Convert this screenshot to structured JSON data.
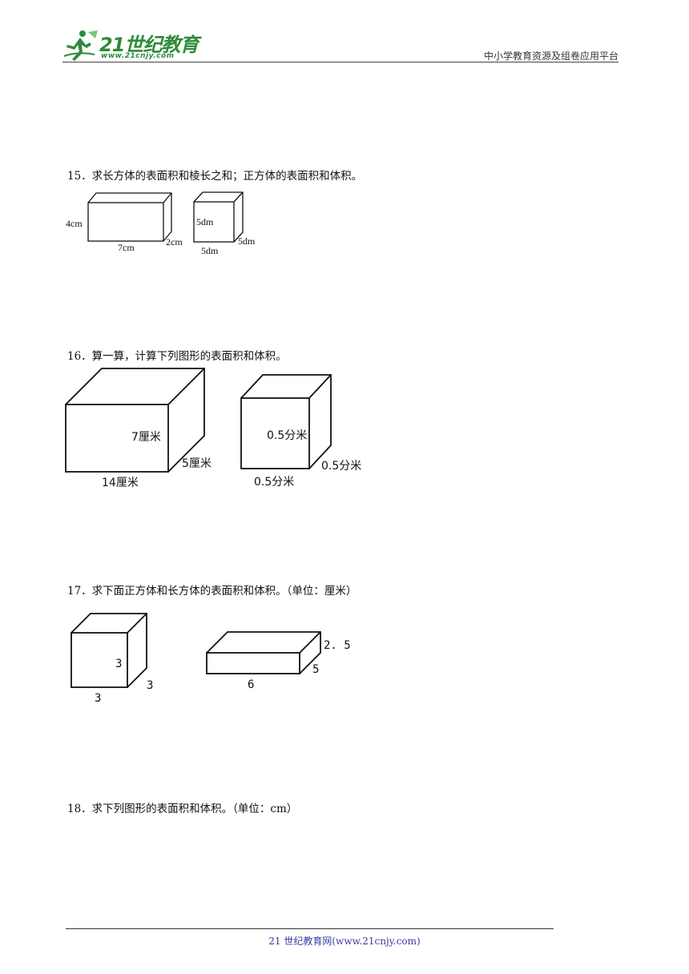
{
  "header": {
    "logo_text": "21世纪教育",
    "logo_url": "www.21cnjy.com",
    "platform": "中小学教育资源及组卷应用平台",
    "colors": {
      "logo_green": "#2e8b3a"
    }
  },
  "questions": [
    {
      "label": "15．求长方体的表面积和棱长之和；正方体的表面积和体积。",
      "figures": {
        "cuboid": {
          "height": "4cm",
          "length": "7cm",
          "width": "2cm"
        },
        "cube": {
          "height": "5dm",
          "length": "5dm",
          "width": "5dm"
        }
      }
    },
    {
      "label": "16．算一算，计算下列图形的表面积和体积。",
      "figures": {
        "cuboid": {
          "height": "7厘米",
          "length": "14厘米",
          "width": "5厘米"
        },
        "cube": {
          "height": "0.5分米",
          "length": "0.5分米",
          "width": "0.5分米"
        }
      }
    },
    {
      "label": "17．求下面正方体和长方体的表面积和体积。（单位：厘米）",
      "figures": {
        "cube": {
          "height": "3",
          "length": "3",
          "width": "3"
        },
        "cuboid": {
          "height": "2. 5",
          "length": "6",
          "width": "5"
        }
      }
    },
    {
      "label": "18．求下列图形的表面积和体积。（单位：cm）"
    }
  ],
  "footer": {
    "text": "21 世纪教育网(www.21cnjy.com)"
  }
}
